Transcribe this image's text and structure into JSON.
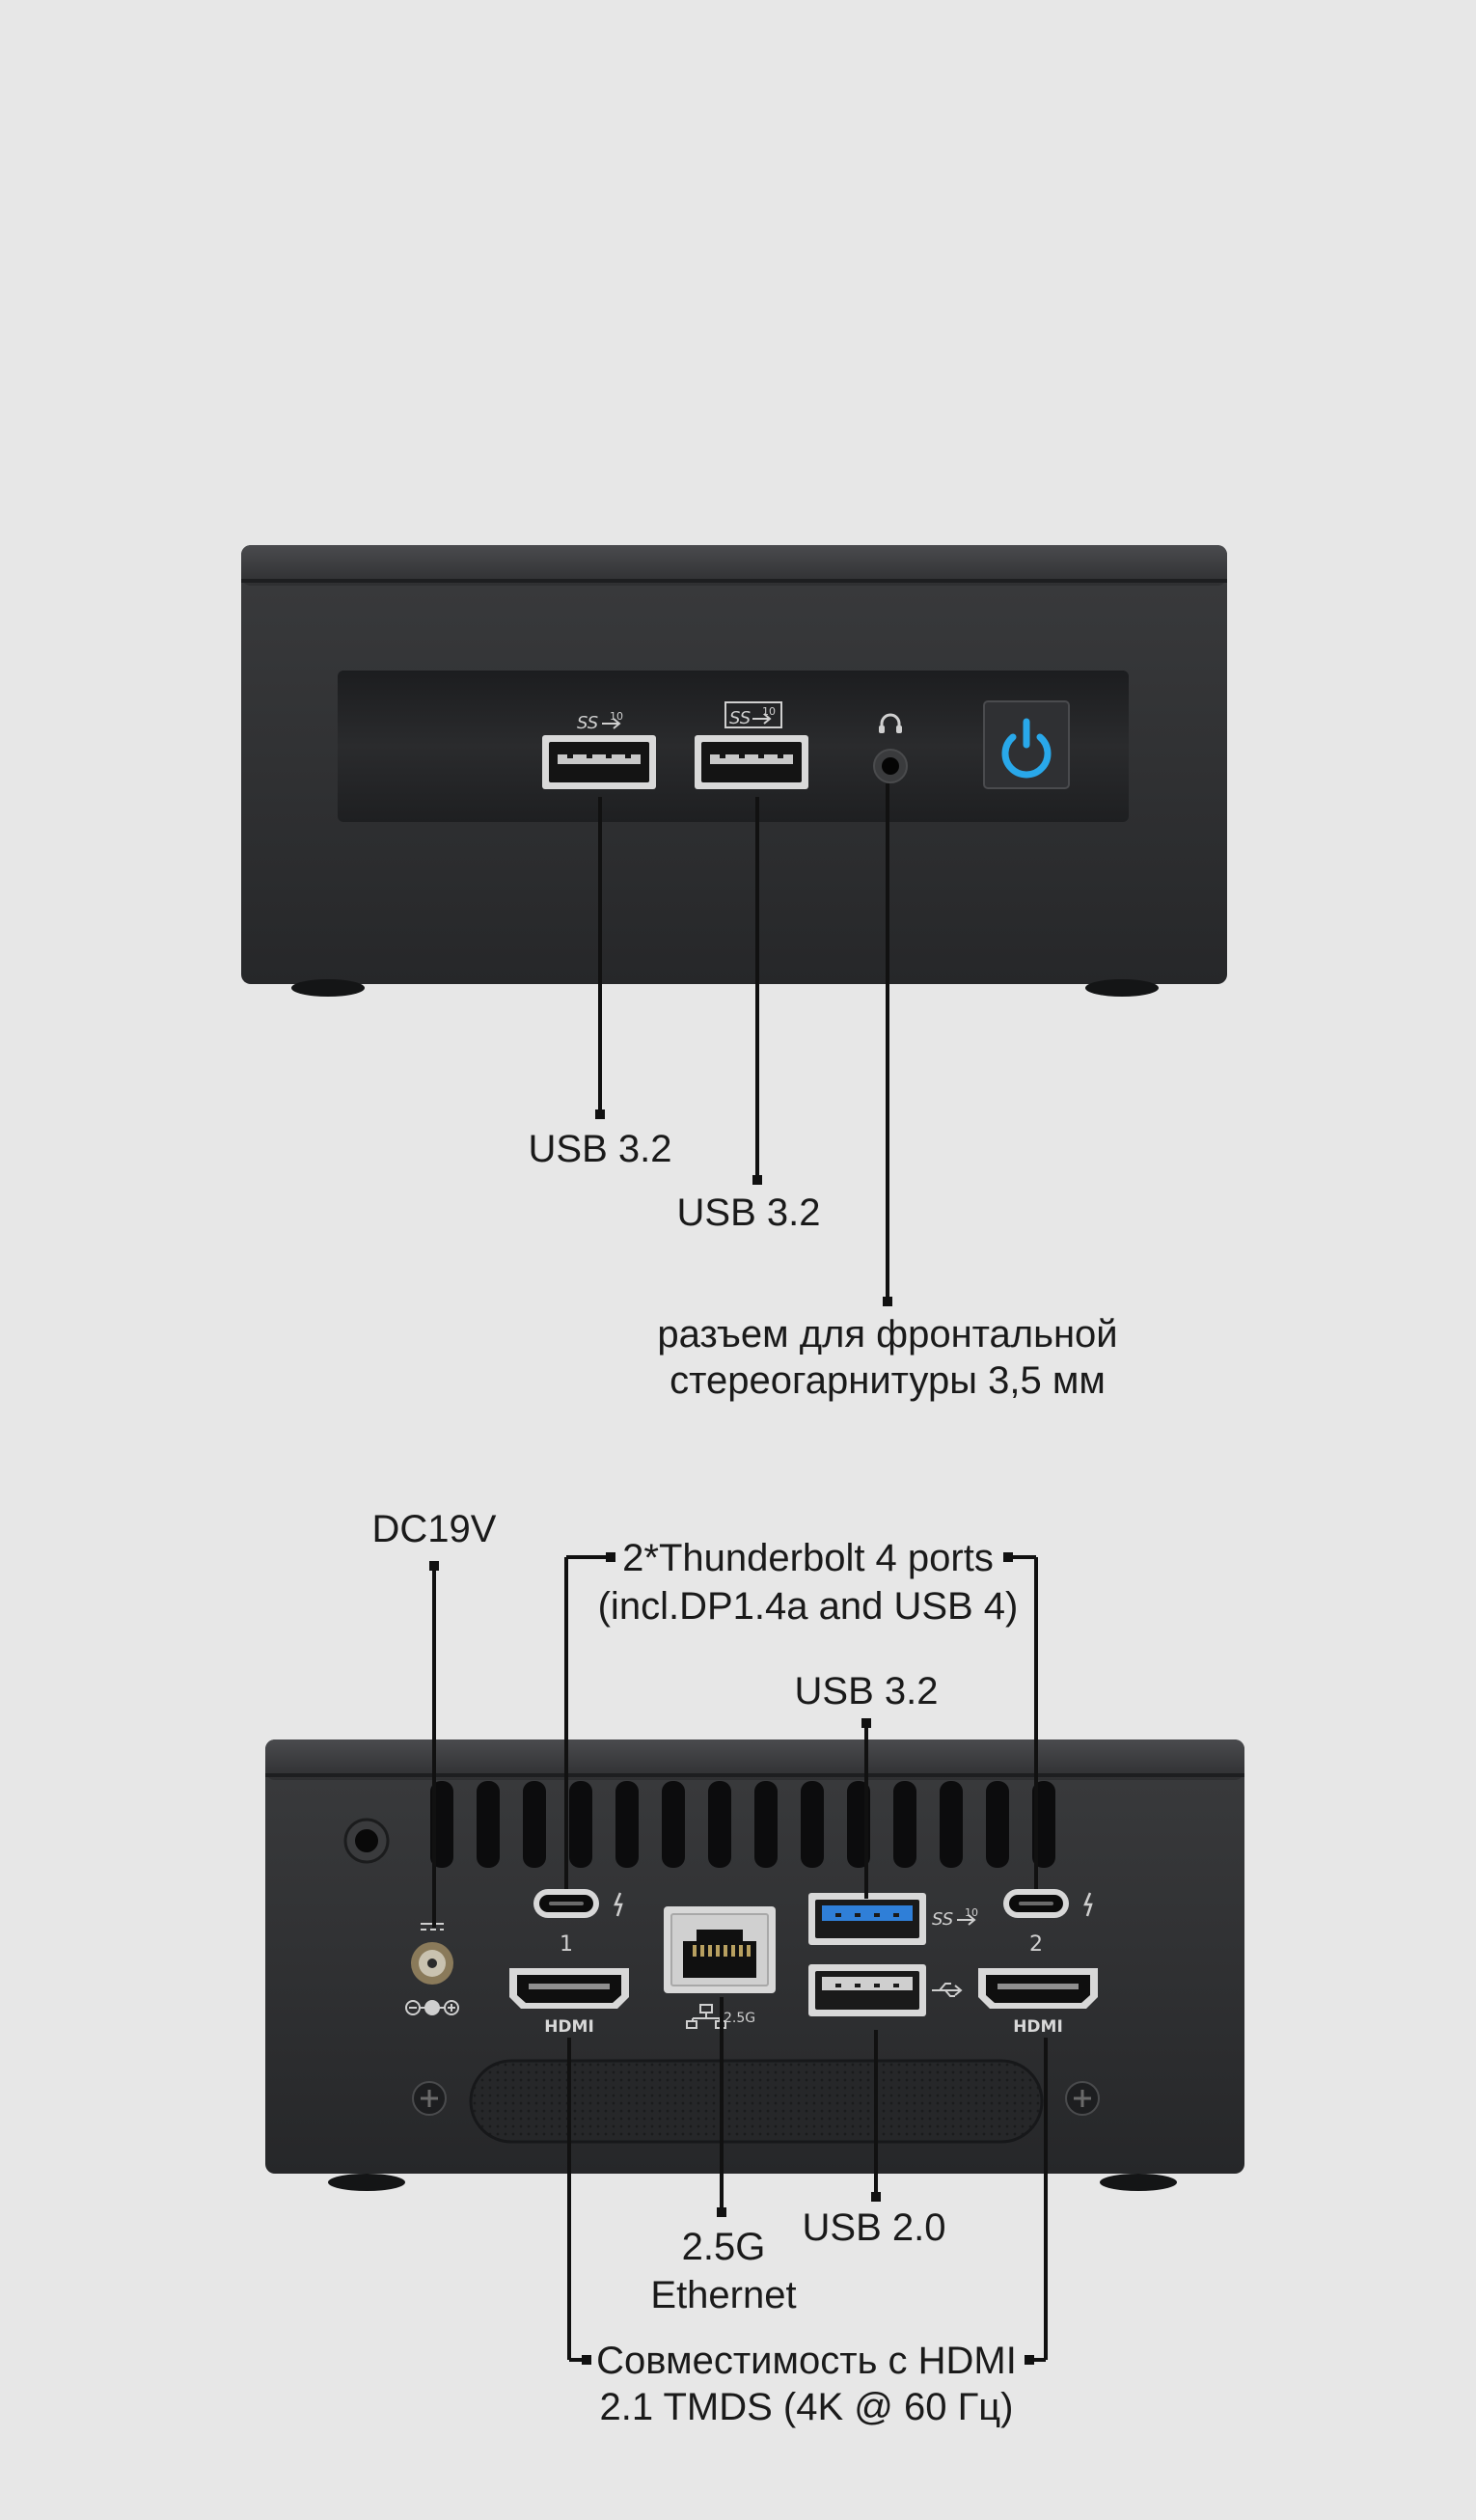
{
  "front": {
    "usb_a_label": "USB 3.2",
    "usb_b_label": "USB 3.2",
    "audio_label_line1": "разъем для фронтальной",
    "audio_label_line2": "стереогарнитуры 3,5 мм",
    "usb_a_mark": "SS",
    "usb_a_speed": "10",
    "usb_b_mark": "SS",
    "usb_b_speed": "10"
  },
  "rear": {
    "dc_label": "DC19V",
    "tb_label_line1": "2*Thunderbolt 4 ports",
    "tb_label_line2": "(incl.DP1.4a and USB 4)",
    "usb32_label": "USB 3.2",
    "usb20_label": "USB 2.0",
    "eth_label_line1": "2.5G",
    "eth_label_line2": "Ethernet",
    "hdmi_label_line1": "Совместимость с HDMI",
    "hdmi_label_line2": "2.1 TMDS (4K @ 60 Гц)",
    "tb1_number": "1",
    "tb2_number": "2",
    "hdmi_mark": "HDMI",
    "eth_speed_mark": "2.5G",
    "usb32_mark": "SS",
    "usb32_speed": "10"
  },
  "colors": {
    "background": "#e7e7e7",
    "chassis": "#2b2c2e",
    "callout_line": "#111111",
    "power_glow": "#29a8ea",
    "usb32_blue": "#2f7fd8"
  },
  "icons": [
    "usb-ss-icon",
    "headphone-icon",
    "power-icon",
    "thunderbolt-icon",
    "ethernet-icon",
    "usb-icon",
    "dc-polarity-icon"
  ]
}
